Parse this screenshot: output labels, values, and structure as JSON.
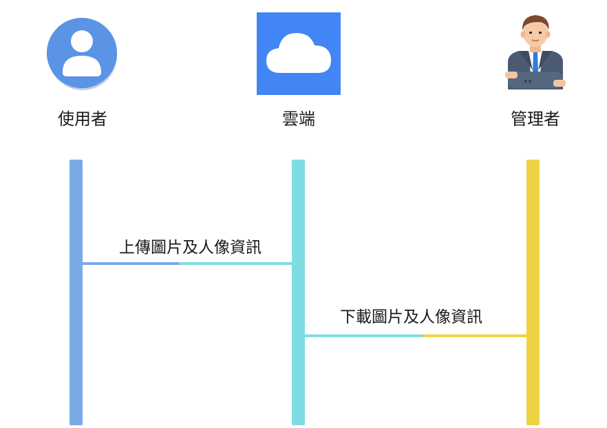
{
  "actors": [
    {
      "label": "使用者",
      "icon": "user-avatar-icon",
      "color": "#7aaae6"
    },
    {
      "label": "雲端",
      "icon": "cloud-icon",
      "color": "#7edde3"
    },
    {
      "label": "管理者",
      "icon": "manager-person-icon",
      "color": "#eed244"
    }
  ],
  "messages": [
    {
      "label": "上傳圖片及人像資訊",
      "from": "使用者",
      "to": "雲端"
    },
    {
      "label": "下載圖片及人像資訊",
      "from": "雲端",
      "to": "管理者"
    }
  ]
}
